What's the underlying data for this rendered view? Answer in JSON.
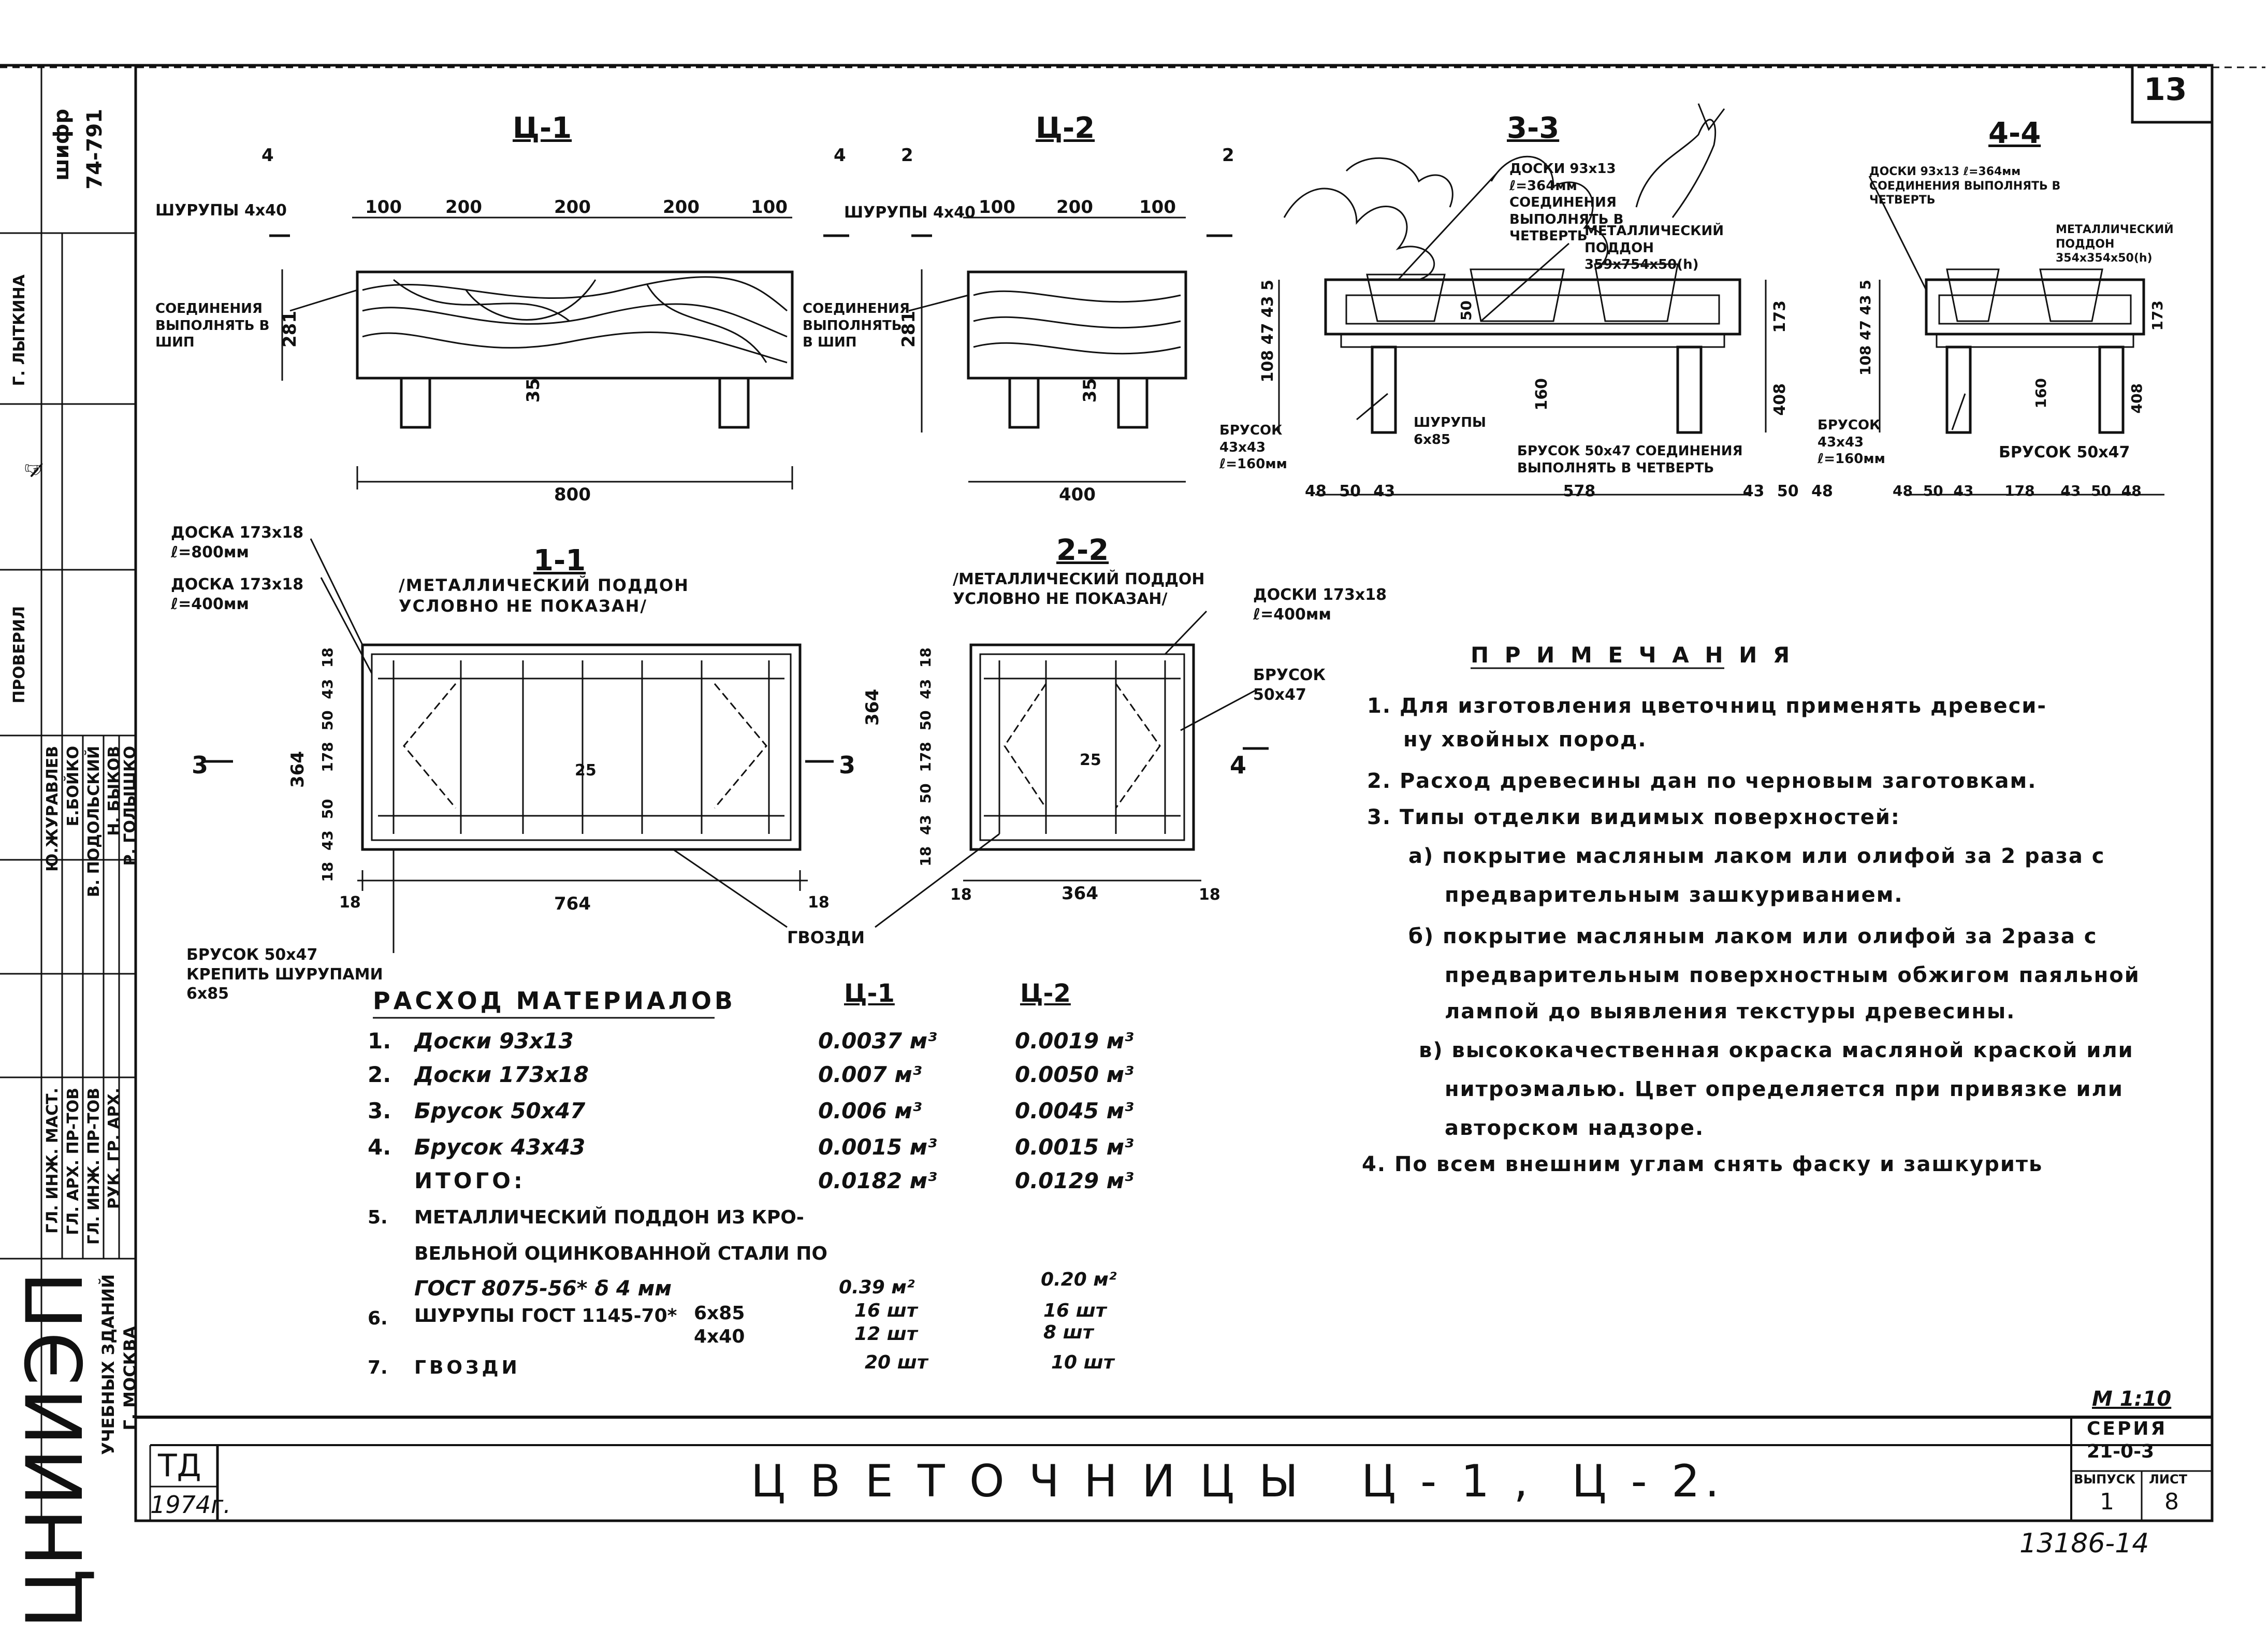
{
  "sheet": {
    "number": "13",
    "cipher_label": "шифр",
    "cipher_value": "74-791",
    "title": "Ц В Е Т О Ч Н И Ц Ы   Ц - 1 ,  Ц - 2.",
    "td": "ТД",
    "year": "1974г.",
    "scale": "М 1:10",
    "series_label": "СЕРИЯ",
    "series_value": "21-0-3",
    "issue_label": "ВЫПУСК",
    "issue_value": "1",
    "sheet_label": "ЛИСТ",
    "sheet_value": "8",
    "inventory": "13186-14",
    "org_name": "ЦНИИЭП",
    "org_sub": "УЧЕБНЫХ ЗДАНИЙ",
    "org_city": "Г. МОСКВА"
  },
  "signatures": {
    "check_label": "ПРОВЕРИЛ",
    "checker": "Г. ЛЫТКИНА",
    "roles": [
      "ГЛ. ИНЖ. МАСТ.",
      "ГЛ. АРХ. ПР-ТОВ",
      "ГЛ. ИНЖ. ПР-ТОВ",
      "РУК. ГР. АРХ."
    ],
    "names_a": [
      "Ю.ЖУРАВЛЕВ",
      "Е.БОЙКО",
      "В. ПОДОЛЬСКИЙ",
      "Н. БЫКОВ"
    ],
    "names_b": [
      "Р. ГОЛЫШКО"
    ]
  },
  "views": {
    "c1_front": {
      "title": "Ц-1",
      "screw_note": "ШУРУПЫ 4x40",
      "joint_note": "СОЕДИНЕНИЯ ВЫПОЛНЯТЬ В ШИП",
      "dims_top": [
        "100",
        "200",
        "200",
        "200",
        "100"
      ],
      "height": "281",
      "leg": "35",
      "length": "800",
      "sec_left": "4",
      "sec_right": "4"
    },
    "c2_front": {
      "title": "Ц-2",
      "screw_note": "ШУРУПЫ 4x40",
      "joint_note": "СОЕДИНЕНИЯ ВЫПОЛНЯТЬ В ШИП",
      "dims_top": [
        "100",
        "200",
        "100"
      ],
      "height": "281",
      "leg": "35",
      "length": "400",
      "sec_left": "2",
      "sec_right": "2"
    },
    "sec33": {
      "title": "3-3",
      "n1": "ДОСКИ 93x13 ℓ=364мм СОЕДИНЕНИЯ ВЫПОЛНЯТЬ В ЧЕТВЕРТЬ",
      "n2": "МЕТАЛЛИЧЕСКИЙ ПОДДОН 359x754x50(h)",
      "n3": "ШУРУПЫ 6x85",
      "n4": "БРУСОК 43x43 ℓ=160мм",
      "n5": "БРУСОК 50x47 СОЕДИНЕНИЯ ВЫПОЛНЯТЬ В ЧЕТВЕРТЬ",
      "dims_bottom": [
        "48",
        "50",
        "43",
        "578",
        "43",
        "50",
        "48"
      ],
      "heights": [
        "108",
        "47",
        "43",
        "5",
        "173",
        "408",
        "160",
        "50"
      ]
    },
    "sec44": {
      "title": "4-4",
      "n1": "ДОСКИ 93x13 ℓ=364мм СОЕДИНЕНИЯ ВЫПОЛНЯТЬ В ЧЕТВЕРТЬ",
      "n2": "МЕТАЛЛИЧЕСКИЙ ПОДДОН 354x354x50(h)",
      "n3": "БРУСОК 43x43 ℓ=160мм",
      "n4": "БРУСОК 50x47",
      "dims_bottom": [
        "48",
        "50",
        "43",
        "178",
        "43",
        "50",
        "48"
      ],
      "heights": [
        "108",
        "47",
        "43",
        "5",
        "173",
        "408",
        "160"
      ]
    },
    "sec11": {
      "title": "1-1",
      "n1": "ДОСКА 173x18 ℓ=800мм",
      "n2": "ДОСКА 173x18 ℓ=400мм",
      "n3": "/МЕТАЛЛИЧЕСКИЙ ПОДДОН УСЛОВНО НЕ ПОКАЗАН/",
      "n4": "БРУСОК 50x47 КРЕПИТЬ ШУРУПАМИ 6x85",
      "dims_left": [
        "18",
        "43",
        "50",
        "178",
        "50",
        "43",
        "18"
      ],
      "height": "364",
      "center": "25",
      "bottom": [
        "18",
        "764",
        "18"
      ],
      "sec_left": "3",
      "sec_right": "3"
    },
    "sec22": {
      "title": "2-2",
      "n1": "/МЕТАЛЛИЧЕСКИЙ ПОДДОН УСЛОВНО НЕ ПОКАЗАН/",
      "n2": "ДОСКИ 173x18 ℓ=400мм",
      "n3": "БРУСОК 50x47",
      "dims_left": [
        "18",
        "43",
        "50",
        "178",
        "50",
        "43",
        "18"
      ],
      "height": "364",
      "center": "25",
      "bottom": [
        "18",
        "364",
        "18"
      ],
      "nails": "ГВОЗДИ",
      "sec_right": "4"
    }
  },
  "materials": {
    "title": "РАСХОД МАТЕРИАЛОВ",
    "col1": "Ц-1",
    "col2": "Ц-2",
    "rows": [
      {
        "n": "1.",
        "name": "Доски 93x13",
        "c1": "0.0037 м³",
        "c2": "0.0019 м³"
      },
      {
        "n": "2.",
        "name": "Доски 173x18",
        "c1": "0.007 м³",
        "c2": "0.0050 м³"
      },
      {
        "n": "3.",
        "name": "Брусок 50x47",
        "c1": "0.006 м³",
        "c2": "0.0045 м³"
      },
      {
        "n": "4.",
        "name": "Брусок 43x43",
        "c1": "0.0015 м³",
        "c2": "0.0015 м³"
      },
      {
        "n": "",
        "name": "ИТОГО:",
        "c1": "0.0182 м³",
        "c2": "0.0129 м³"
      }
    ],
    "r5_n": "5.",
    "r5_l1": "МЕТАЛЛИЧЕСКИЙ ПОДДОН ИЗ КРО-",
    "r5_l2": "ВЕЛЬНОЙ ОЦИНКОВАННОЙ СТАЛИ ПО",
    "r5_l3": "ГОСТ 8075-56* δ 4 мм",
    "r5_c1": "0.39 м²",
    "r5_c2": "0.20 м²",
    "r6_n": "6.",
    "r6_name": "ШУРУПЫ ГОСТ 1145-70*",
    "r6_sizes_a": "6x85",
    "r6_sizes_b": "4x40",
    "r6_c1a": "16 шт",
    "r6_c1b": "12 шт",
    "r6_c2a": "16 шт",
    "r6_c2b": "8 шт",
    "r7_n": "7.",
    "r7_name": "ГВОЗДИ",
    "r7_c1": "20 шт",
    "r7_c2": "10 шт"
  },
  "notes": {
    "title": "П Р И М Е Ч А Н И Я",
    "lines": [
      "1. Для изготовления цветочниц применять древеси-",
      "ну хвойных пород.",
      "2. Расход древесины дан по черновым заготовкам.",
      "3. Типы отделки видимых поверхностей:",
      "а) покрытие масляным лаком или олифой за 2 раза с",
      "предварительным зашкуриванием.",
      "б) покрытие масляным лаком или олифой за 2раза с",
      "предварительным поверхностным обжигом паяльной",
      "лампой до выявления текстуры древесины.",
      "в) высококачественная окраска масляной краской или",
      "нитроэмалью. Цвет определяется при привязке или",
      "авторском надзоре.",
      "4. По всем внешним углам снять фаску и зашкурить"
    ]
  }
}
